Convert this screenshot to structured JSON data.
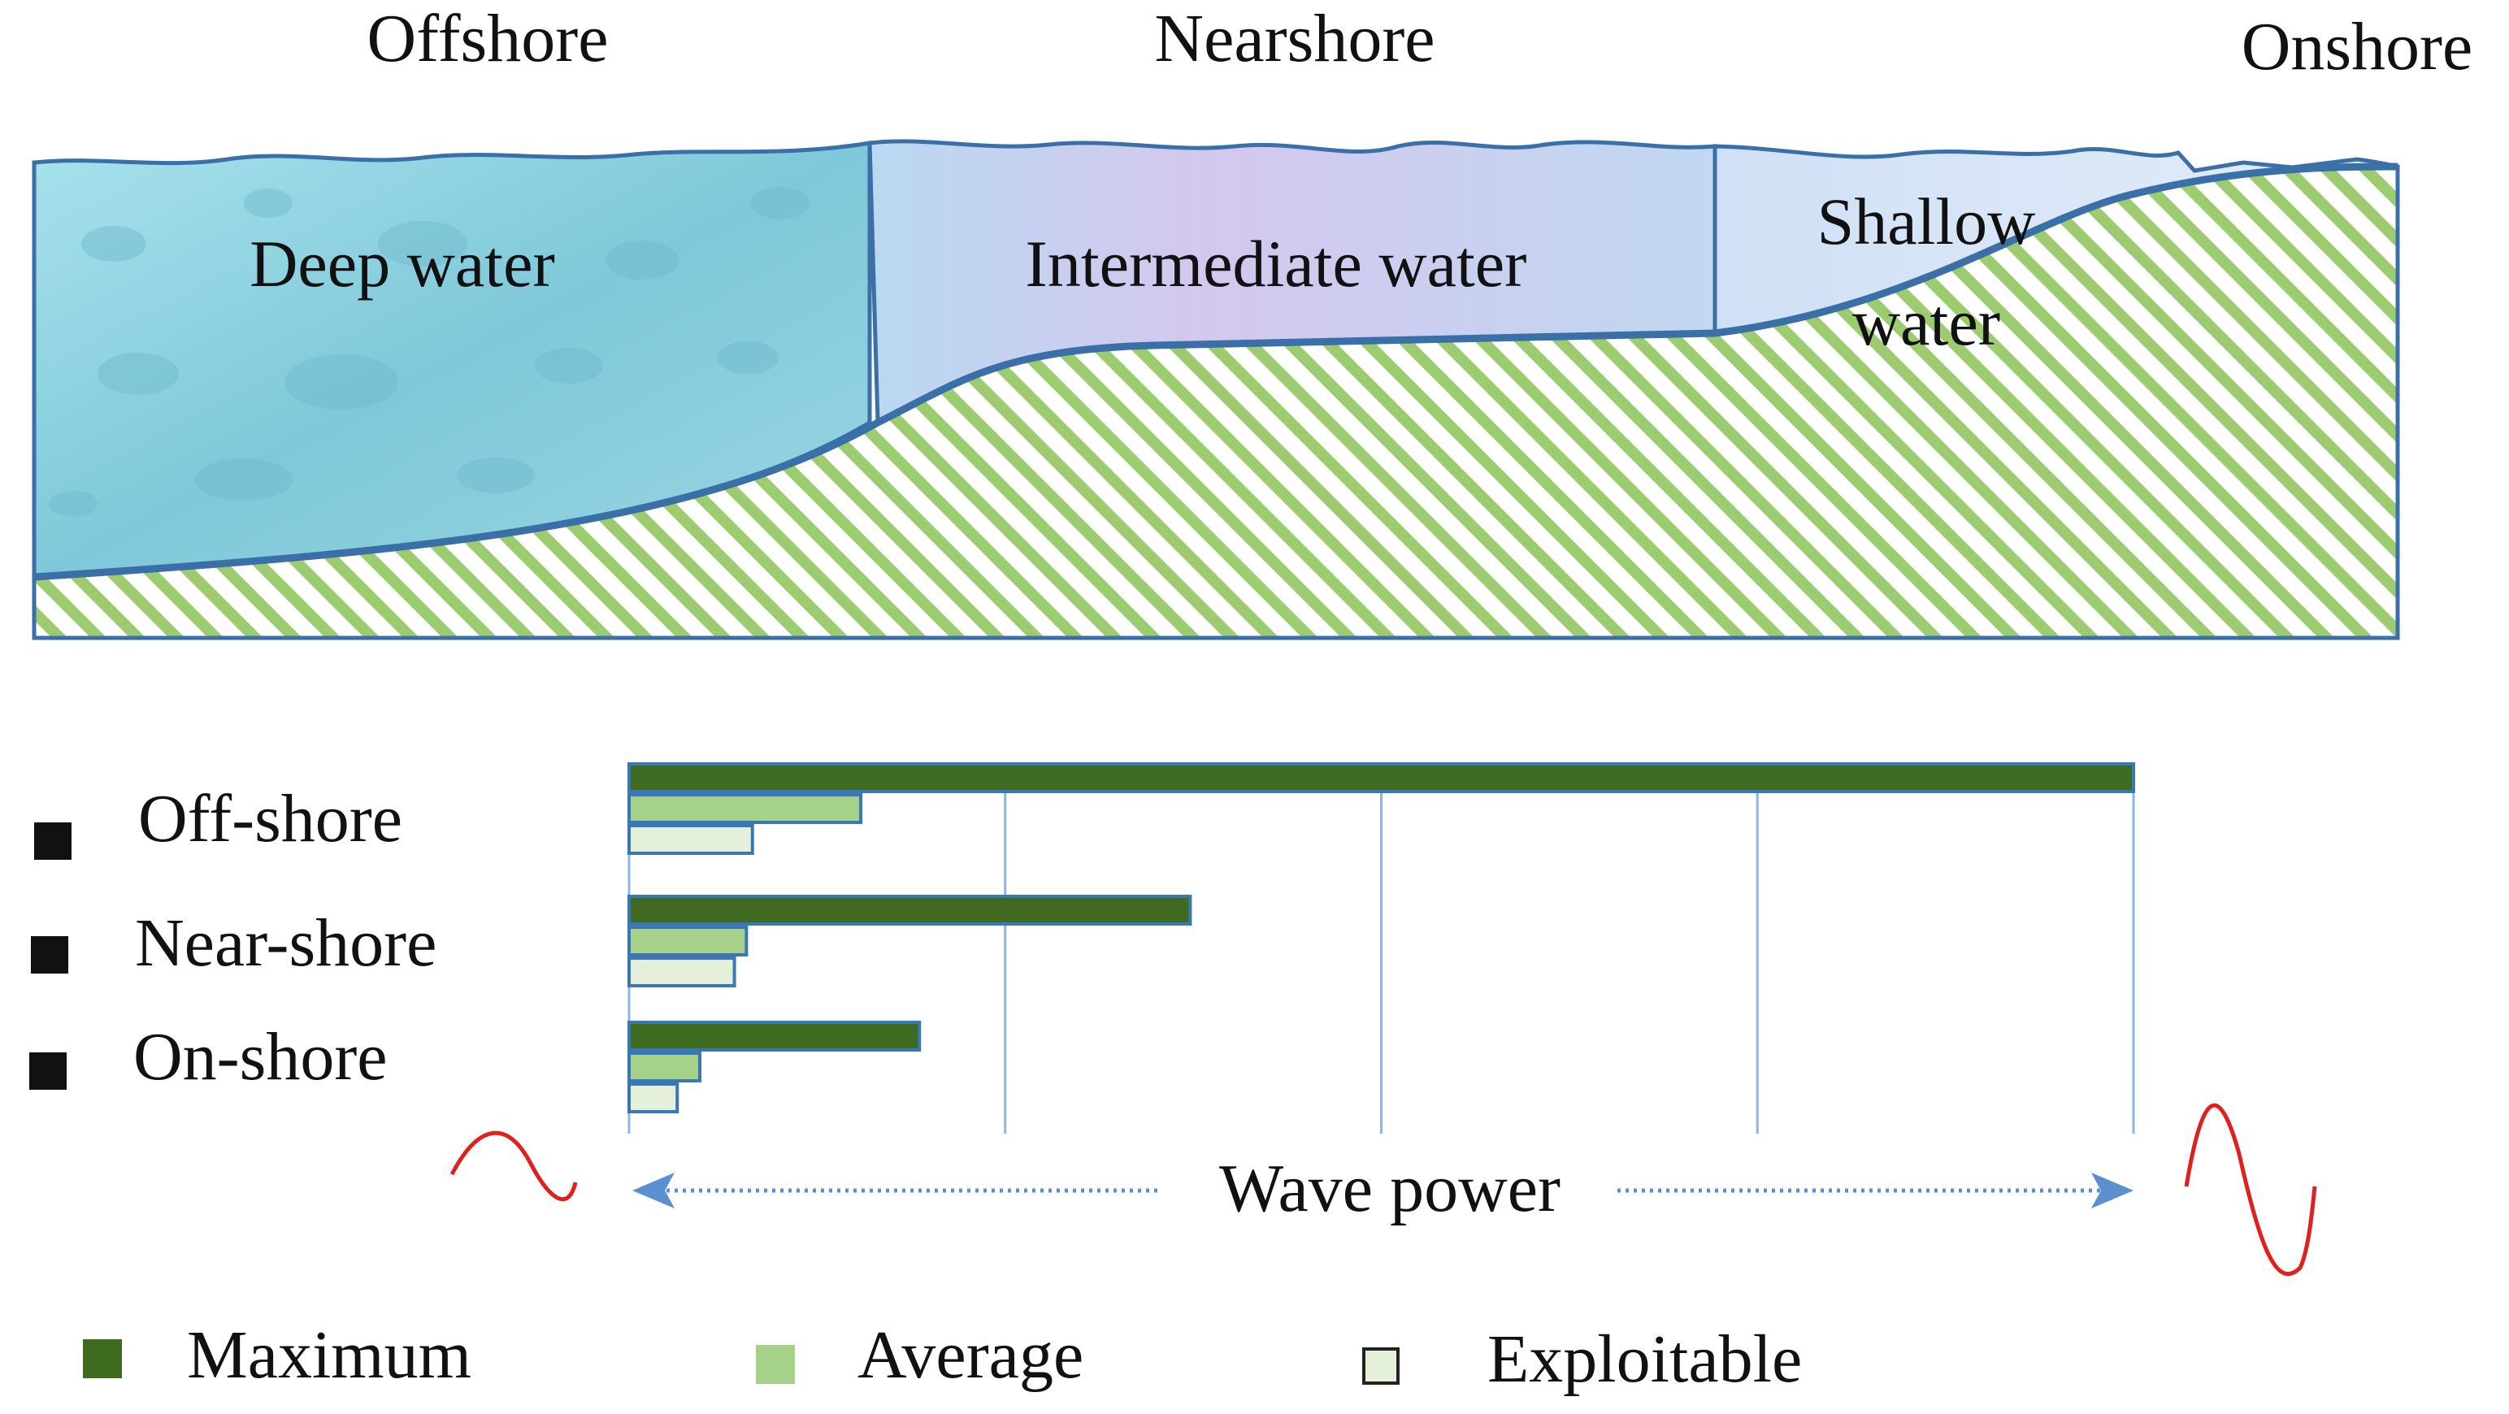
{
  "zones": {
    "offshore": "Offshore",
    "nearshore": "Nearshore",
    "onshore": "Onshore"
  },
  "regions": {
    "deep": "Deep water",
    "intermediate": "Intermediate water",
    "shallow_line1": "Shallow",
    "shallow_line2": "water"
  },
  "axis_label": "Wave power",
  "chart_data": {
    "type": "bar",
    "orientation": "horizontal",
    "categories": [
      "Off-shore",
      "Near-shore",
      "On-shore"
    ],
    "series": [
      {
        "name": "Maximum",
        "values": [
          1.0,
          0.373,
          0.193
        ]
      },
      {
        "name": "Average",
        "values": [
          0.154,
          0.078,
          0.047
        ]
      },
      {
        "name": "Exploitable",
        "values": [
          0.082,
          0.07,
          0.032
        ]
      }
    ],
    "xlim": [
      0,
      1
    ],
    "grid": true
  },
  "colors": {
    "maximum": "#3e6b20",
    "average": "#a6d18a",
    "exploitable": "#e5f0da",
    "bar_stroke": "#3a78b5",
    "grid": "#8fb4dd",
    "arrow": "#5a8fd0",
    "wave": "#e0201c",
    "seabed_stripe": "#9ccc6f",
    "outline": "#3a6fa8",
    "deep_water": "#8fd3e0",
    "intermediate_water": "#c6d3ee",
    "shallow_water": "#d8e6f6"
  },
  "icons": {
    "left_wave": "small-sine-wave-icon",
    "right_wave": "large-sine-wave-icon"
  }
}
